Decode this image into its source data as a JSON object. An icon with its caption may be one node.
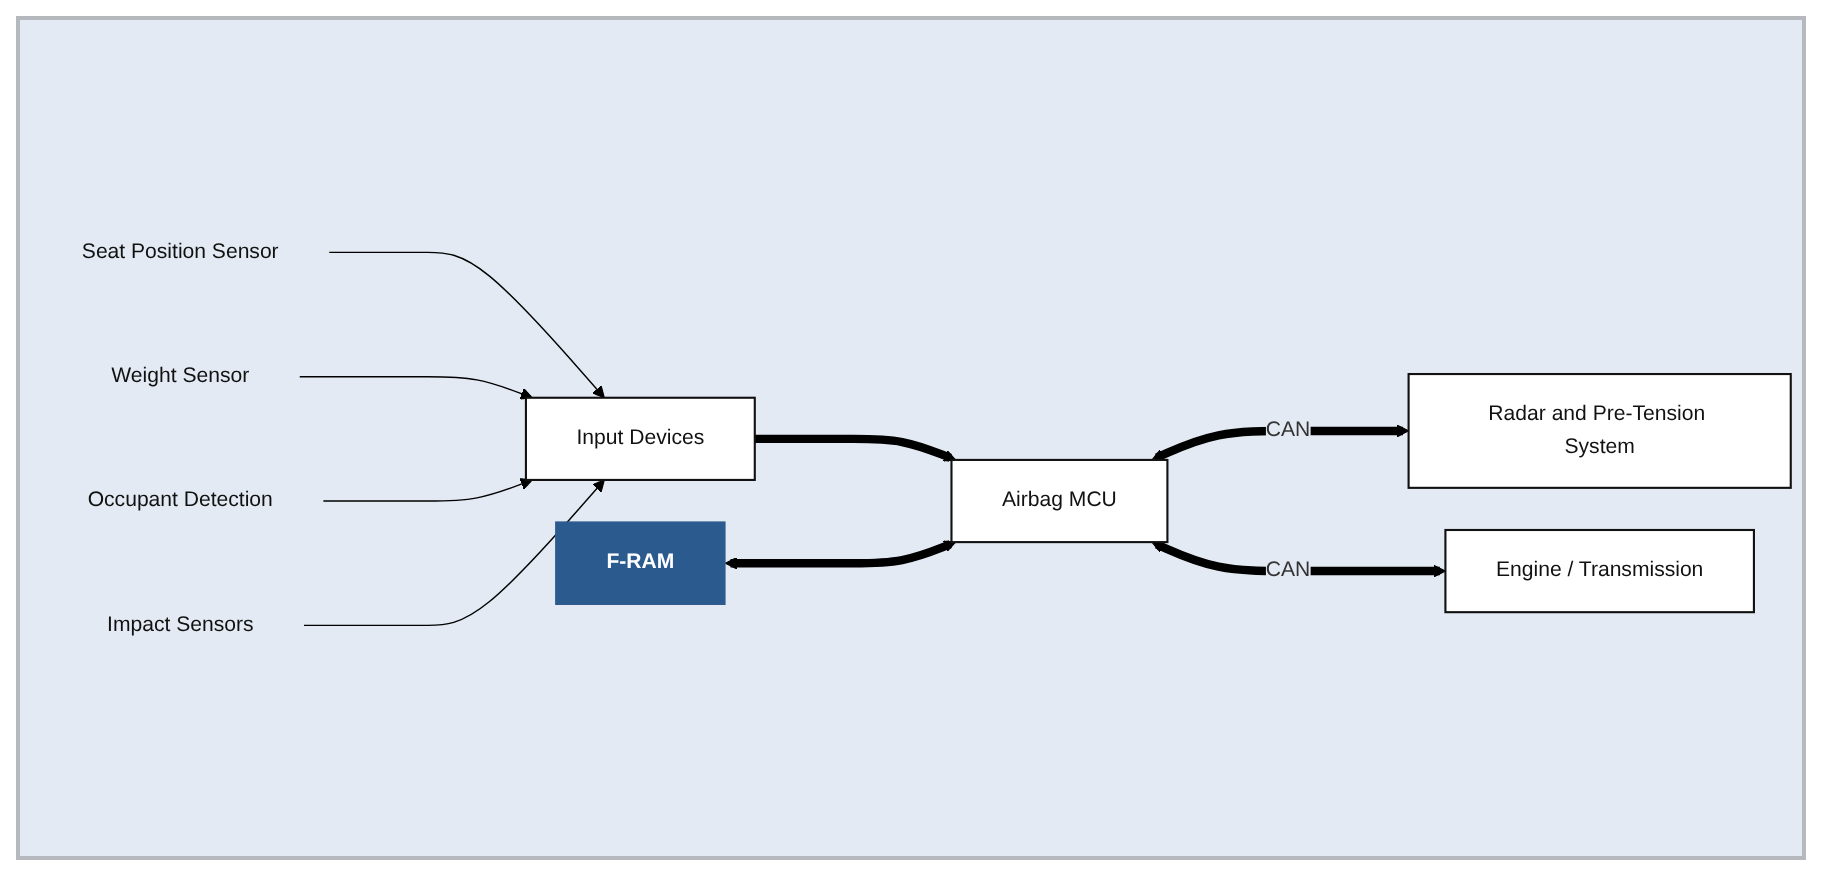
{
  "diagram": {
    "nodes": [
      {
        "text": [
          "F-RAM"
        ]
      },
      {
        "text": [
          "Seat Position Sensor"
        ]
      },
      {
        "text": [
          "Weight Sensor"
        ]
      },
      {
        "text": [
          "Occupant Detection"
        ]
      },
      {
        "text": [
          "Impact Sensors"
        ]
      },
      {
        "text": [
          "Input Devices"
        ]
      },
      {
        "text": [
          "Airbag MCU"
        ]
      },
      {
        "text": [
          "Radar and Pre-Tension System"
        ]
      },
      {
        "text": [
          "Engine / Transmission"
        ]
      }
    ],
    "edges": [
      {
        "from": 1,
        "to": 5,
        "arrow": "to"
      },
      {
        "from": 2,
        "to": 5,
        "arrow": "to"
      },
      {
        "from": 3,
        "to": 5,
        "arrow": "to"
      },
      {
        "from": 4,
        "to": 5,
        "arrow": "to"
      },
      {
        "from": 5,
        "to": 6,
        "arrow": "to",
        "style": "thick"
      },
      {
        "from": 0,
        "to": 6,
        "arrow": "both",
        "style": "thick"
      },
      {
        "from": 6,
        "to": 7,
        "arrow": "both",
        "label": "CAN",
        "style": "thick"
      },
      {
        "from": 6,
        "to": 8,
        "arrow": "both",
        "label": "CAN",
        "style": "thick"
      }
    ]
  }
}
